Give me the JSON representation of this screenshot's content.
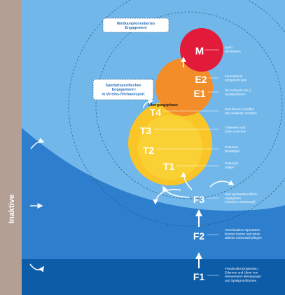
{
  "colors": {
    "sky": "#71b7ea",
    "mid_blue": "#2d7fce",
    "dark_blue": "#0c5ca8",
    "sidebar": "#b49f95",
    "red": "#e31b3b",
    "orange": "#f28d2a",
    "yellow": "#f9c527",
    "yellow_center": "#fbd63b",
    "white": "#ffffff"
  },
  "sidebar": {
    "label": "Inaktive"
  },
  "boxes": {
    "wettkampf": "Wettkampforientiertes Engagement",
    "verein": "Sportartspezifisches Engagement im Vereins-/Verbandsport"
  },
  "stages": [
    {
      "id": "M",
      "desc": [
        "Sport",
        "dominieren"
      ]
    },
    {
      "id": "E2",
      "desc": [
        "International",
        "erfolgreich sein"
      ]
    },
    {
      "id": "E1",
      "desc": [
        "Die Schweiz (etc.)",
        "repräsentieren"
      ]
    },
    {
      "id": "T4",
      "desc": [
        "Durchbruch schaffen",
        "und Selektion erhalten"
      ]
    },
    {
      "id": "T3",
      "desc": [
        "Trainieren und",
        "Ziele erreichen"
      ]
    },
    {
      "id": "T2",
      "desc": [
        "Potenzial",
        "bestätigen"
      ]
    },
    {
      "id": "T1",
      "desc": [
        "Potenzial",
        "zeigen"
      ]
    },
    {
      "id": "F3",
      "desc": [
        "Sich sportartspezifisch",
        "engagieren",
        "(mit/ohne Wettkampf)"
      ]
    },
    {
      "id": "F2",
      "desc": [
        "Verschiedene Sportarten",
        "kennen lernen und einen",
        "aktiven Lebensstil pflegen"
      ]
    },
    {
      "id": "F1",
      "desc": [
        "Freudvolles Entdecken,",
        "Erlernen und Üben von",
        "elementaren Bewegungs-",
        "und Spielgrundformen"
      ]
    }
  ],
  "phase_label": "Übergangsphase"
}
